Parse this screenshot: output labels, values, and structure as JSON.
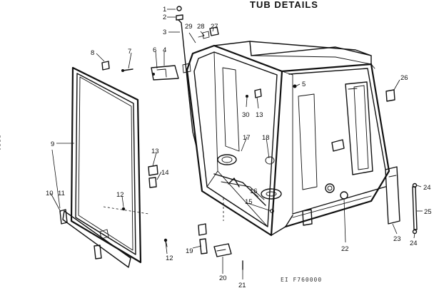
{
  "title": "TUB DETAILS",
  "diagram_code": "EI F760000",
  "callouts": [
    {
      "id": "c1",
      "label": "1"
    },
    {
      "id": "c2",
      "label": "2"
    },
    {
      "id": "c3",
      "label": "3"
    },
    {
      "id": "c4",
      "label": "4"
    },
    {
      "id": "c5",
      "label": "5"
    },
    {
      "id": "c6",
      "label": "6"
    },
    {
      "id": "c7",
      "label": "7"
    },
    {
      "id": "c8",
      "label": "8"
    },
    {
      "id": "c9",
      "label": "9"
    },
    {
      "id": "c10",
      "label": "10"
    },
    {
      "id": "c11",
      "label": "11"
    },
    {
      "id": "c12a",
      "label": "12"
    },
    {
      "id": "c12b",
      "label": "12"
    },
    {
      "id": "c13a",
      "label": "13"
    },
    {
      "id": "c13b",
      "label": "13"
    },
    {
      "id": "c14",
      "label": "14"
    },
    {
      "id": "c15",
      "label": "15"
    },
    {
      "id": "c16",
      "label": "16"
    },
    {
      "id": "c17",
      "label": "17"
    },
    {
      "id": "c18",
      "label": "18"
    },
    {
      "id": "c19",
      "label": "19"
    },
    {
      "id": "c20",
      "label": "20"
    },
    {
      "id": "c21",
      "label": "21"
    },
    {
      "id": "c22",
      "label": "22"
    },
    {
      "id": "c23",
      "label": "23"
    },
    {
      "id": "c24a",
      "label": "24"
    },
    {
      "id": "c24b",
      "label": "24"
    },
    {
      "id": "c25",
      "label": "25"
    },
    {
      "id": "c26",
      "label": "26"
    },
    {
      "id": "c27",
      "label": "27"
    },
    {
      "id": "c28",
      "label": "28"
    },
    {
      "id": "c29",
      "label": "29"
    },
    {
      "id": "c30",
      "label": "30"
    }
  ]
}
